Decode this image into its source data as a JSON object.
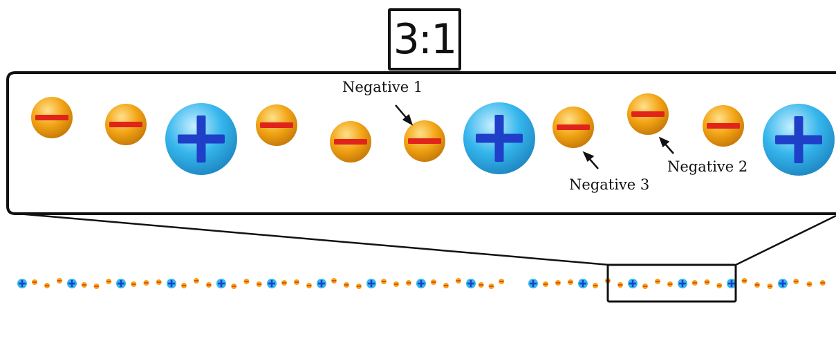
{
  "ratio_label": "3:1",
  "labels": {
    "negative_1": "Negative 1",
    "negative_2": "Negative 2",
    "negative_3": "Negative 3"
  },
  "colors": {
    "positive_ion": "#35b6ec",
    "positive_sign": "#1f3fc8",
    "negative_ion": "#f2a414",
    "negative_sign": "#e0231b",
    "outline": "#111111"
  }
}
